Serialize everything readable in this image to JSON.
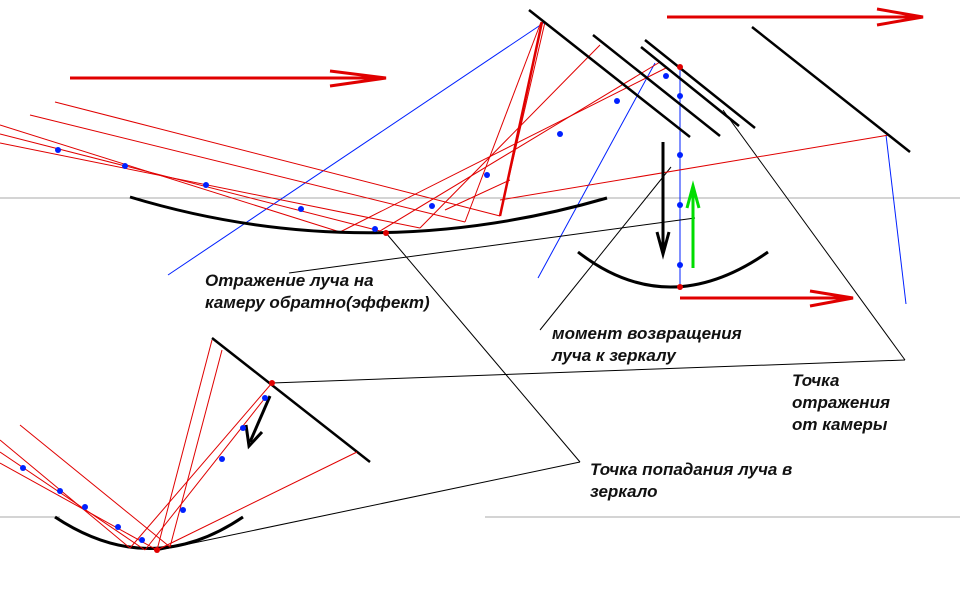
{
  "labels": {
    "camera_reflection": [
      "Отражение луча на",
      "камеру обратно(эффект)"
    ],
    "return_moment": [
      "момент возвращения",
      "луча к зеркалу"
    ],
    "camera_point": [
      "Точка",
      "отражения",
      "от камеры"
    ],
    "mirror_hit": [
      "Точка попадания луча в",
      "зеркало"
    ]
  },
  "colors": {
    "ray": "#e00000",
    "mirror": "#000000",
    "point": "#0020ff",
    "return_arrow": "#00dd00",
    "guide": "#aaaaaa"
  }
}
